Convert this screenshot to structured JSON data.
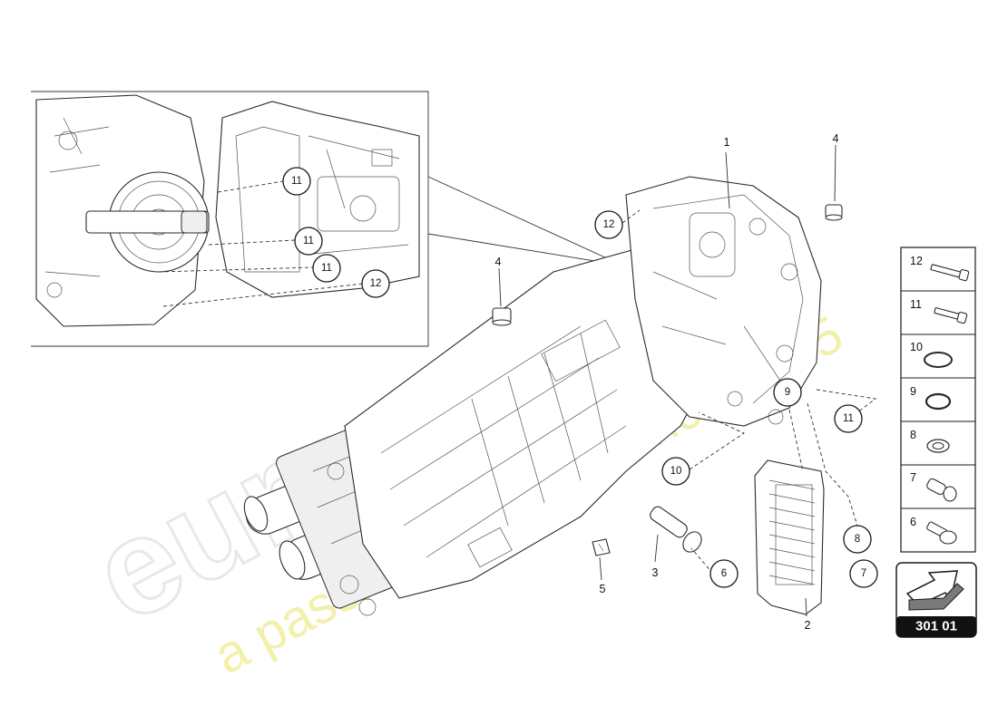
{
  "callouts": [
    {
      "id": "c11a",
      "label": "11"
    },
    {
      "id": "c11b",
      "label": "11"
    },
    {
      "id": "c11c",
      "label": "11"
    },
    {
      "id": "c12a",
      "label": "12"
    },
    {
      "id": "c12b",
      "label": "12"
    },
    {
      "id": "c9",
      "label": "9"
    },
    {
      "id": "c11d",
      "label": "11"
    },
    {
      "id": "c10",
      "label": "10"
    },
    {
      "id": "c8",
      "label": "8"
    },
    {
      "id": "c7",
      "label": "7"
    },
    {
      "id": "c6",
      "label": "6"
    }
  ],
  "plain_labels": {
    "p1": "1",
    "p2": "2",
    "p3": "3",
    "p4a": "4",
    "p4b": "4",
    "p5": "5"
  },
  "legend": {
    "items": [
      {
        "num": "12",
        "icon": "bolt-long-icon"
      },
      {
        "num": "11",
        "icon": "bolt-short-icon"
      },
      {
        "num": "10",
        "icon": "seal-ring-large-icon"
      },
      {
        "num": "9",
        "icon": "seal-ring-medium-icon"
      },
      {
        "num": "8",
        "icon": "washer-icon"
      },
      {
        "num": "7",
        "icon": "hollow-bolt-icon"
      },
      {
        "num": "6",
        "icon": "flange-bolt-icon"
      }
    ]
  },
  "reference": {
    "code": "301 01"
  },
  "watermark": {
    "logo_text": "eurospares",
    "tagline": "a passion for parts since 1985"
  },
  "colors": {
    "line": "#1a1a1a",
    "watermark_grey": "#d9d9d9",
    "watermark_yellow": "#efe98a",
    "ref_box": "#111111"
  }
}
